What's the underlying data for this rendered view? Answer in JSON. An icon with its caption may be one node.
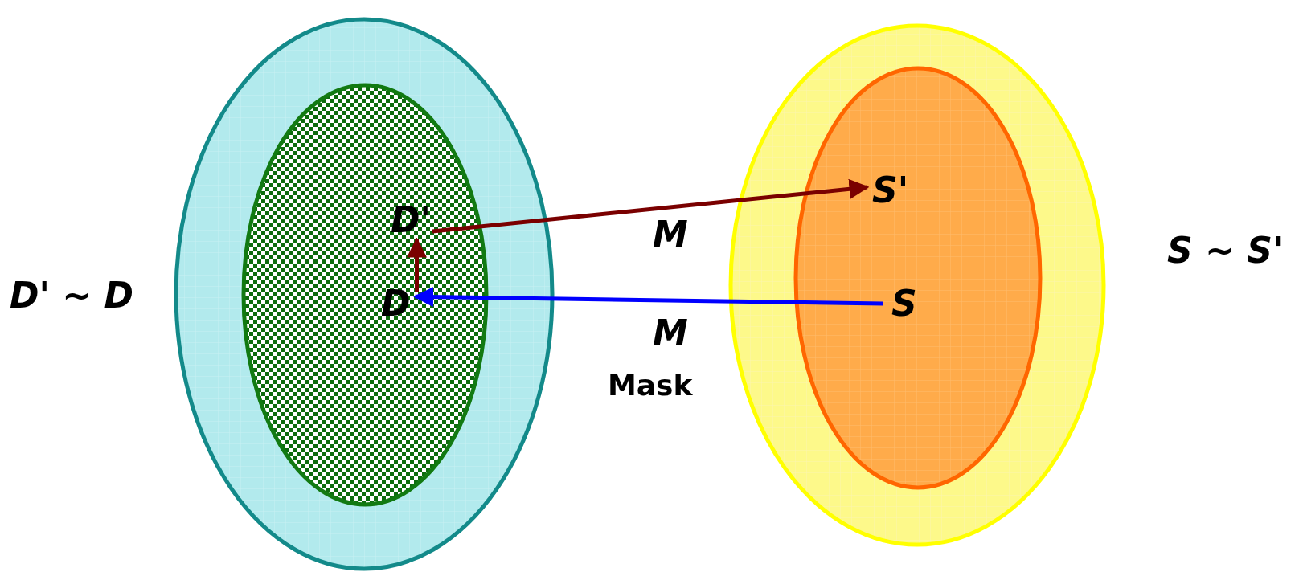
{
  "diagram": {
    "nodes": [
      {
        "text": [],
        "shape": "ellipse"
      },
      {
        "text": [],
        "shape": "ellipse",
        "in": 0
      },
      {
        "text": [
          "D'"
        ],
        "in": 1
      },
      {
        "text": [
          "D"
        ],
        "in": 1
      },
      {
        "text": [],
        "shape": "ellipse"
      },
      {
        "text": [],
        "shape": "ellipse",
        "in": 4
      },
      {
        "text": [
          "S'"
        ],
        "in": 5
      },
      {
        "text": [
          "S"
        ],
        "in": 5
      }
    ],
    "edges": [
      {
        "from": 2,
        "to": 6,
        "arrow": "to"
      },
      {
        "from": 7,
        "to": 3,
        "arrow": "to",
        "color": "#0000ff"
      },
      {
        "from": 3,
        "to": 2,
        "arrow": "to"
      }
    ],
    "labels": [
      "D' ~ D",
      "S ~ S'",
      "M",
      "M",
      "Mask"
    ]
  }
}
